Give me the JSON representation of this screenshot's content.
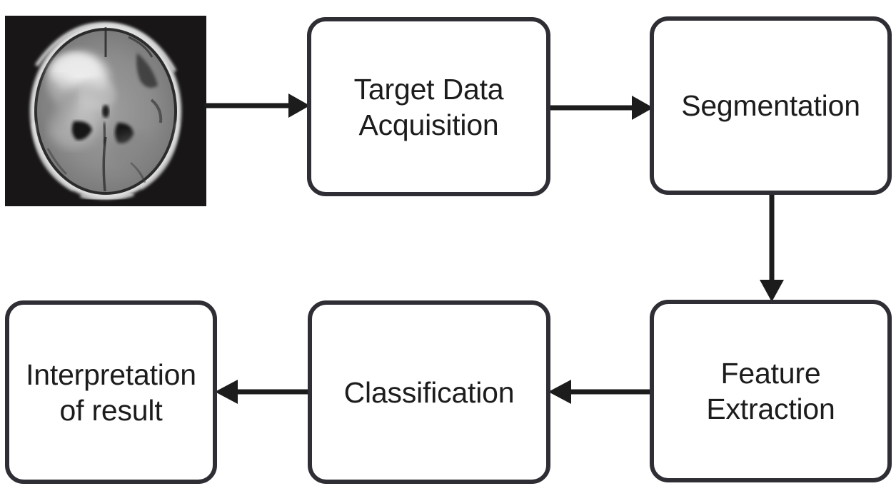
{
  "diagram": {
    "title": "Brain tumour detection pipeline flowchart",
    "background_color": "#ffffff",
    "node_border_color": "#2e2e34",
    "node_fill_color": "#ffffff",
    "text_color": "#1c1c1c",
    "arrow_color": "#1c1c1c",
    "input_image": {
      "name": "brain-mri-axial-slice",
      "caption": "",
      "description": "Axial brain MRI slice with bright hyperintense tumour lesion"
    },
    "nodes": [
      {
        "id": "target",
        "label": "Target Data\nAcquisition",
        "shape": "rounded-rectangle"
      },
      {
        "id": "segment",
        "label": "Segmentation",
        "shape": "rounded-rectangle"
      },
      {
        "id": "feature",
        "label": "Feature\nExtraction",
        "shape": "rounded-rectangle"
      },
      {
        "id": "classify",
        "label": "Classification",
        "shape": "rounded-rectangle"
      },
      {
        "id": "interpret",
        "label": "Interpretation\nof result",
        "shape": "rounded-rectangle"
      }
    ],
    "edges": [
      {
        "id": "e1",
        "from": "brain-mri-axial-slice",
        "to": "target",
        "direction": "right",
        "label": ""
      },
      {
        "id": "e2",
        "from": "target",
        "to": "segment",
        "direction": "right",
        "label": ""
      },
      {
        "id": "e3",
        "from": "segment",
        "to": "feature",
        "direction": "down",
        "label": ""
      },
      {
        "id": "e4",
        "from": "feature",
        "to": "classify",
        "direction": "left",
        "label": ""
      },
      {
        "id": "e5",
        "from": "classify",
        "to": "interpret",
        "direction": "left",
        "label": ""
      }
    ]
  }
}
